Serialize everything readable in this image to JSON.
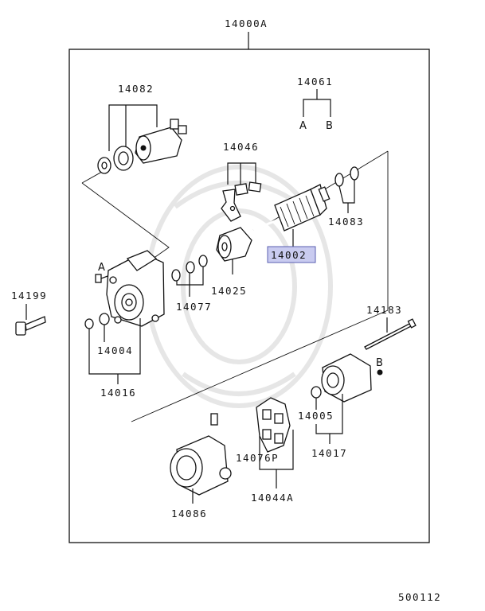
{
  "labels": {
    "assembly": "14000A",
    "solenoid": "14082",
    "kit": "14061",
    "kit_a": "A",
    "kit_b": "B",
    "lever": "14046",
    "washer_83": "14083",
    "armature": "14002",
    "bolt_a": "A",
    "bolt": "14199",
    "clutch": "14025",
    "washers_77": "14077",
    "bushing": "14004",
    "housing": "14016",
    "through_bolt": "14183",
    "screw_b": "B",
    "bushing_05": "14005",
    "end_frame": "14017",
    "brush_plate": "14076P",
    "brush_holder": "14044A",
    "yoke": "14086",
    "diagram_no": "500112"
  },
  "colors": {
    "highlight_fill": "#c9cbf0",
    "highlight_border": "#5a5fb0",
    "line": "#111111"
  }
}
